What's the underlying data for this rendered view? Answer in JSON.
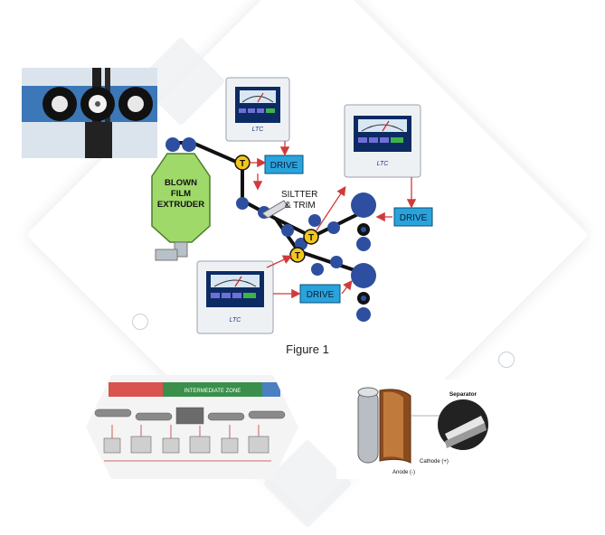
{
  "diagram": {
    "extruder_lines": [
      "BLOWN",
      "FILM",
      "EXTRUDER"
    ],
    "slitter_lines": [
      "SILTTER",
      "& TRIM"
    ],
    "drive_label": "DRIVE",
    "tension_marker": "T",
    "caption": "Figure 1",
    "controller_logo": "LTC"
  },
  "process_illustration": {
    "zone_label": "INTERMEDIATE ZONE"
  },
  "battery_illustration": {
    "separator_label": "Separator",
    "cathode_label": "Cathode (+)",
    "anode_label": "Anode (-)"
  },
  "colors": {
    "drive_box": "#29a3dc",
    "roller": "#2e4fa0",
    "extruder": "#9fd96a",
    "arrow": "#d23a3a",
    "web": "#111111",
    "tension_marker": "#f3c61b"
  }
}
